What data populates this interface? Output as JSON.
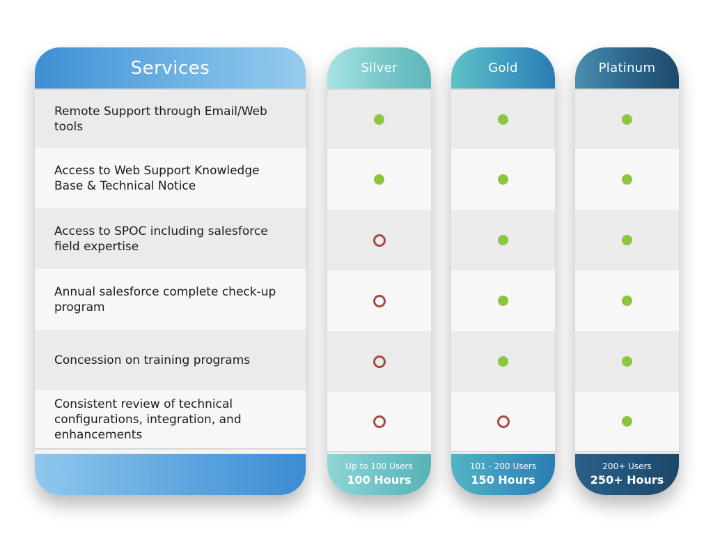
{
  "services": {
    "header": "Services",
    "items": [
      "Remote Support through Email/Web tools",
      "Access to Web Support Knowledge Base & Technical Notice",
      "Access to SPOC including salesforce field expertise",
      "Annual salesforce complete check-up program",
      "Concession on training programs",
      "Consistent review of technical configurations, integration, and enhancements"
    ]
  },
  "tiers": [
    {
      "name": "Silver",
      "users": "Up to 100 Users",
      "hours": "100 Hours",
      "included": [
        true,
        true,
        false,
        false,
        false,
        false
      ]
    },
    {
      "name": "Gold",
      "users": "101 - 200 Users",
      "hours": "150 Hours",
      "included": [
        true,
        true,
        true,
        true,
        true,
        false
      ]
    },
    {
      "name": "Platinum",
      "users": "200+ Users",
      "hours": "250+ Hours",
      "included": [
        true,
        true,
        true,
        true,
        true,
        true
      ]
    }
  ],
  "colors": {
    "included": "#8cc63f",
    "not_included": "#a34b40"
  },
  "icons": {
    "included": "filled-circle-icon",
    "not_included": "hollow-circle-icon"
  }
}
